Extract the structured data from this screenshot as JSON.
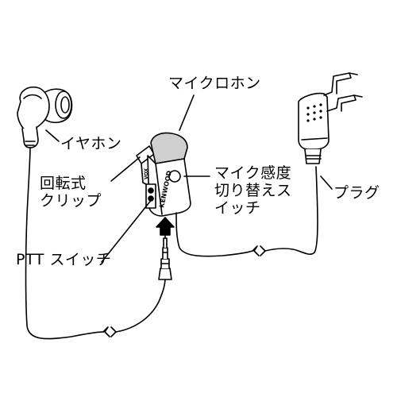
{
  "colors": {
    "line": "#000000",
    "fill": "#ffffff",
    "shade": "#cfcfcf"
  },
  "labels": {
    "microphone": "マイクロホン",
    "earphone": "イヤホン",
    "clip_line1": "回転式",
    "clip_line2": "クリップ",
    "sensitivity_line1": "マイク感度",
    "sensitivity_line2": "切り替えス",
    "sensitivity_line3": "イッチ",
    "plug": "プラグ",
    "ptt": "PTT スイッチ"
  },
  "device": {
    "brand": "KENWOOD",
    "switch_text": "VOX"
  }
}
